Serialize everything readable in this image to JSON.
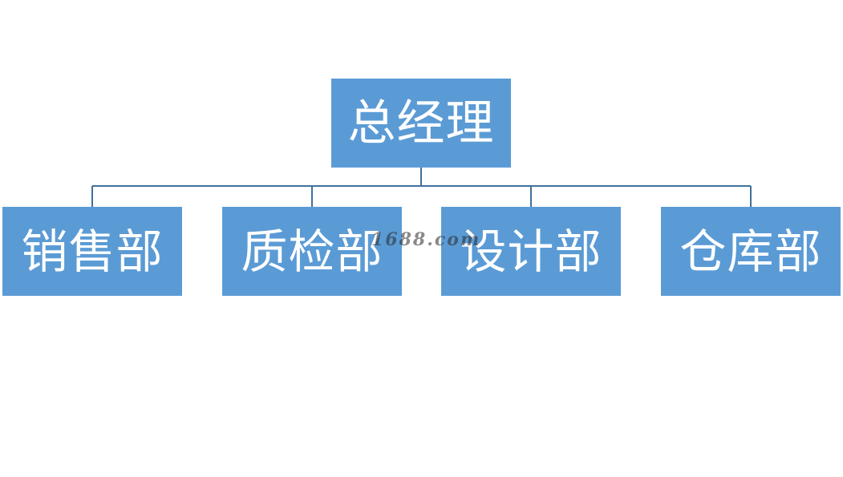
{
  "org_chart": {
    "root": {
      "label": "总经理"
    },
    "children": [
      {
        "label": "销售部"
      },
      {
        "label": "质检部"
      },
      {
        "label": "设计部"
      },
      {
        "label": "仓库部"
      }
    ]
  },
  "colors": {
    "node_fill": "#5b9bd5",
    "node_text": "#ffffff",
    "connector": "#41719c",
    "background": "#ffffff"
  },
  "watermark": {
    "text": "1688.com"
  }
}
